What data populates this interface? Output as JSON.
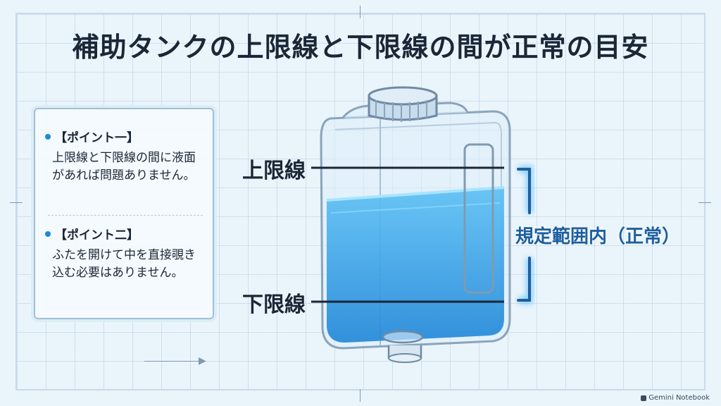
{
  "title": "補助タンクの上限線と下限線の間が正常の目安",
  "points": [
    {
      "heading": "【ポイント一】",
      "text": "上限線と下限線の間に液面があれば問題ありません。"
    },
    {
      "heading": "【ポイント二】",
      "text": "ふたを開けて中を直接覗き込む必要はありません。"
    }
  ],
  "labels": {
    "upper": "上限線",
    "lower": "下限線",
    "range": "規定範囲内（正常）"
  },
  "watermark": "Gemini Notebook",
  "colors": {
    "liquid": "#3fa7ea",
    "outline": "#1b2636",
    "bracket": "#1d5f9e",
    "grid": "#c9dbea"
  }
}
